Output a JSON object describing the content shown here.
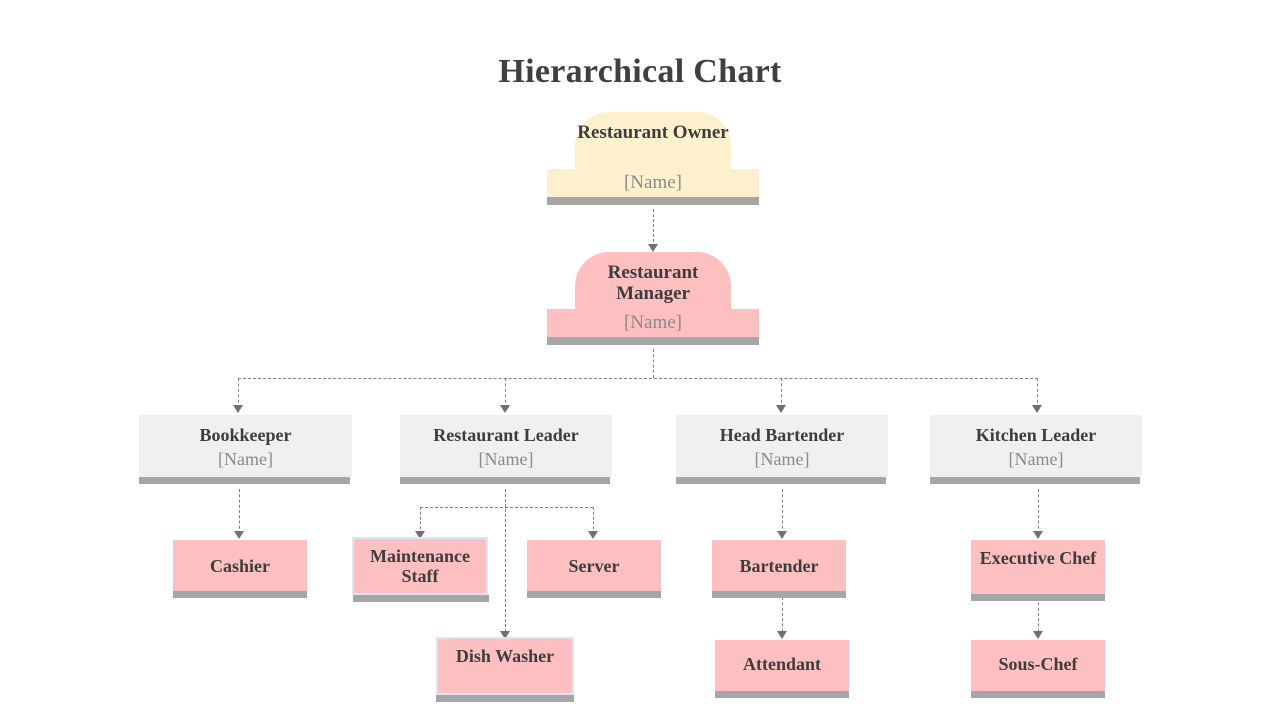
{
  "title": "Hierarchical Chart",
  "colors": {
    "background": "#ffffff",
    "title_text": "#404040",
    "cream_fill": "#fdf1cd",
    "pink_fill": "#fdbfc0",
    "gray_fill": "#f0f0f0",
    "shadow_bar": "#a6a6a6",
    "role_text": "#3d3d3d",
    "person_text": "#8a8a8a",
    "connector": "#808080",
    "arrow": "#707070",
    "selection_halo": "#dde4f2"
  },
  "placeholder_name": "[Name]",
  "nodes": {
    "owner": {
      "role": "Restaurant Owner",
      "person": "[Name]",
      "level": 1,
      "style": "cream-dome"
    },
    "manager": {
      "role": "Restaurant Manager",
      "person": "[Name]",
      "level": 2,
      "style": "pink-dome"
    },
    "bookkeeper": {
      "role": "Bookkeeper",
      "person": "[Name]",
      "level": 3,
      "style": "gray-box"
    },
    "restaurant_leader": {
      "role": "Restaurant Leader",
      "person": "[Name]",
      "level": 3,
      "style": "gray-box"
    },
    "head_bartender": {
      "role": "Head Bartender",
      "person": "[Name]",
      "level": 3,
      "style": "gray-box"
    },
    "kitchen_leader": {
      "role": "Kitchen Leader",
      "person": "[Name]",
      "level": 3,
      "style": "gray-box"
    },
    "cashier": {
      "role": "Cashier",
      "level": 4,
      "style": "pink-box",
      "selected": false
    },
    "maintenance_staff": {
      "role": "Maintenance Staff",
      "level": 4,
      "style": "pink-box",
      "selected": true
    },
    "server": {
      "role": "Server",
      "level": 4,
      "style": "pink-box",
      "selected": false
    },
    "dish_washer": {
      "role": "Dish Washer",
      "level": 5,
      "style": "pink-box",
      "selected": true
    },
    "bartender": {
      "role": "Bartender",
      "level": 4,
      "style": "pink-box",
      "selected": false
    },
    "attendant": {
      "role": "Attendant",
      "level": 5,
      "style": "pink-box",
      "selected": false
    },
    "executive_chef": {
      "role": "Executive Chef",
      "level": 4,
      "style": "pink-box",
      "selected": false
    },
    "sous_chef": {
      "role": "Sous-Chef",
      "level": 5,
      "style": "pink-box",
      "selected": false
    }
  },
  "chart_data": {
    "type": "tree",
    "title": "Hierarchical Chart",
    "orientation": "top-down",
    "edge_style": "dashed-arrow",
    "edges": [
      {
        "from": "Restaurant Owner",
        "to": "Restaurant Manager"
      },
      {
        "from": "Restaurant Manager",
        "to": "Bookkeeper"
      },
      {
        "from": "Restaurant Manager",
        "to": "Restaurant Leader"
      },
      {
        "from": "Restaurant Manager",
        "to": "Head Bartender"
      },
      {
        "from": "Restaurant Manager",
        "to": "Kitchen Leader"
      },
      {
        "from": "Bookkeeper",
        "to": "Cashier"
      },
      {
        "from": "Restaurant Leader",
        "to": "Maintenance Staff"
      },
      {
        "from": "Restaurant Leader",
        "to": "Server"
      },
      {
        "from": "Restaurant Leader",
        "to": "Dish Washer"
      },
      {
        "from": "Head Bartender",
        "to": "Bartender"
      },
      {
        "from": "Bartender",
        "to": "Attendant"
      },
      {
        "from": "Kitchen Leader",
        "to": "Executive Chef"
      },
      {
        "from": "Executive Chef",
        "to": "Sous-Chef"
      }
    ]
  }
}
